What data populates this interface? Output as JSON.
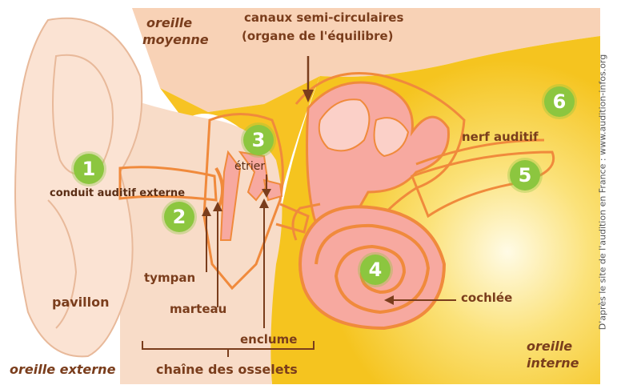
{
  "regions": {
    "outer": "oreille externe",
    "middle_line1": "oreille",
    "middle_line2": "moyenne",
    "inner_line1": "oreille",
    "inner_line2": "interne"
  },
  "labels": {
    "canals_line1": "canaux semi-circulaires",
    "canals_line2": "(organe de l'équilibre)",
    "nerve": "nerf auditif",
    "canal": "conduit auditif externe",
    "stapes": "étrier",
    "eardrum": "tympan",
    "malleus": "marteau",
    "incus": "enclume",
    "cochlea": "cochlée",
    "pinna": "pavillon",
    "ossicles": "chaîne des osselets"
  },
  "numbers": [
    "1",
    "2",
    "3",
    "4",
    "5",
    "6"
  ],
  "credit": "D'après le site de l'audition en France : www.audition-infos.org",
  "colors": {
    "skin": "#f8dcc8",
    "inner_yellow": "#f7c323",
    "organ_outline": "#f08a3c",
    "organ_fill": "#f7a9a0",
    "label_text": "#7a3d1c",
    "number_badge": "#8cc63f"
  }
}
